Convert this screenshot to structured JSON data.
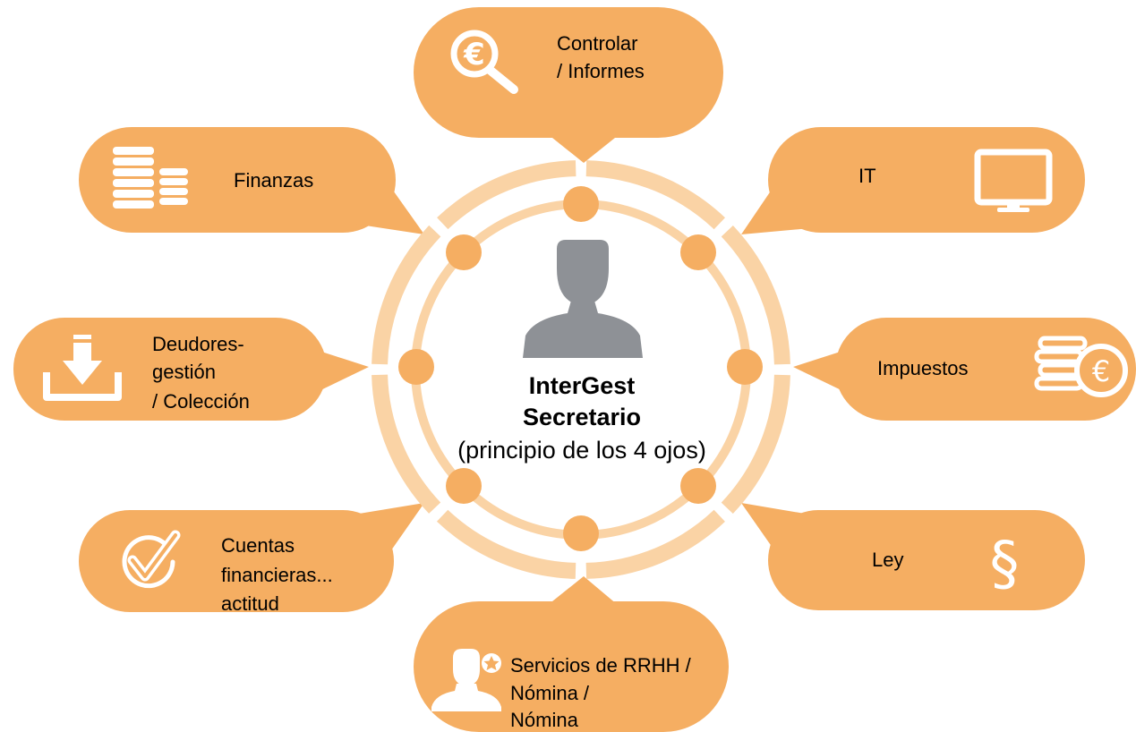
{
  "colors": {
    "accent": "#F5AE62",
    "ring_light": "#FAD3A5",
    "person": "#8E9196",
    "text": "#000000",
    "icon": "#FFFFFF"
  },
  "center": {
    "name_line1": "InterGest",
    "name_line2": "Secretario",
    "subtitle": "(principio de los 4 ojos)",
    "icon": "person-silhouette-icon"
  },
  "bubbles": [
    {
      "id": "controlar",
      "lines": [
        "Controlar",
        "/ Informes"
      ],
      "icon": "euro-search-icon"
    },
    {
      "id": "it",
      "lines": [
        "IT"
      ],
      "icon": "monitor-icon"
    },
    {
      "id": "impuestos",
      "lines": [
        "Impuestos"
      ],
      "icon": "coins-euro-icon"
    },
    {
      "id": "ley",
      "lines": [
        "Ley"
      ],
      "icon": "section-sign-icon"
    },
    {
      "id": "rrhh",
      "lines": [
        "Servicios de RRHH /",
        "Nómina /",
        "Nómina"
      ],
      "icon": "user-star-icon"
    },
    {
      "id": "cuentas",
      "lines": [
        "Cuentas",
        "financieras...",
        "actitud"
      ],
      "icon": "checkmark-icon"
    },
    {
      "id": "deudores",
      "lines": [
        "Deudores-",
        "gestión",
        "/ Colección"
      ],
      "icon": "download-tray-icon"
    },
    {
      "id": "finanzas",
      "lines": [
        "Finanzas"
      ],
      "icon": "coin-stacks-icon"
    }
  ]
}
